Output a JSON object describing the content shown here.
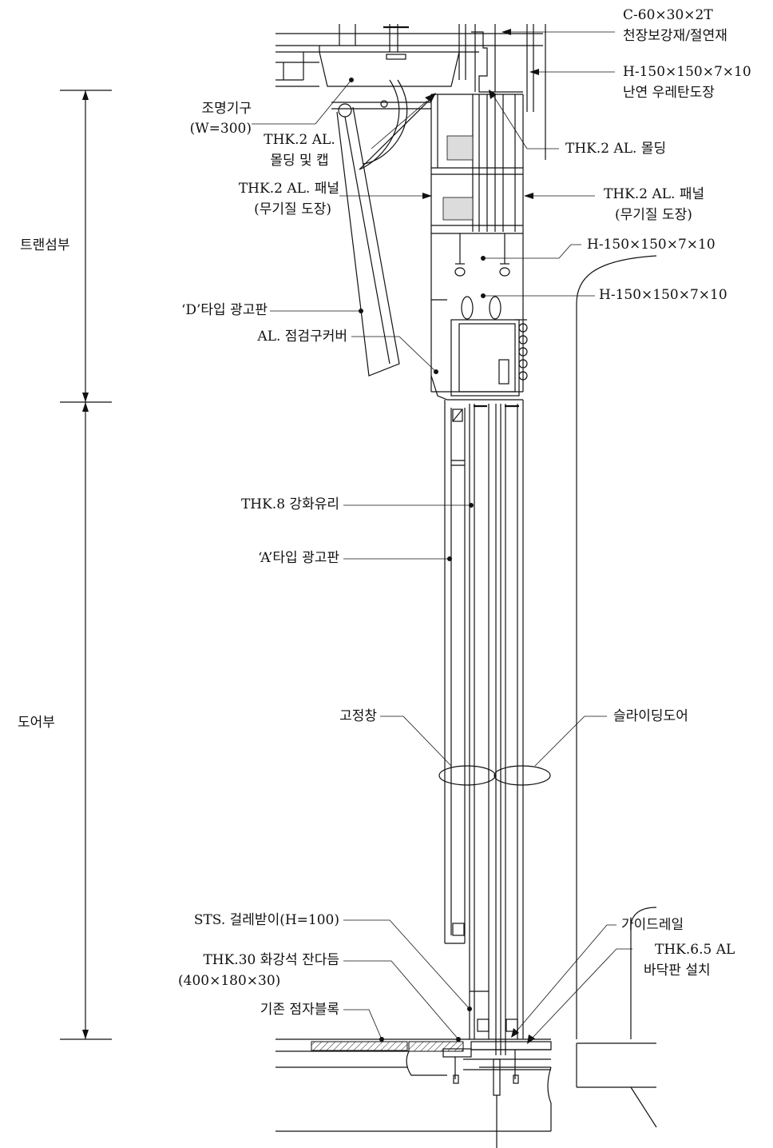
{
  "labels": {
    "c_channel_1": "C-60×30×2T",
    "c_channel_2": "천장보강재/절연재",
    "h_beam_top_1": "H-150×150×7×10",
    "h_beam_top_2": "난연 우레탄도장",
    "lighting_1": "조명기구",
    "lighting_2": "(W=300)",
    "molding_cap_1": "THK.2 AL.",
    "molding_cap_2": "몰딩 및 캡",
    "molding_right": "THK.2 AL. 몰딩",
    "panel_left_1": "THK.2 AL. 패널",
    "panel_left_2": "(무기질 도장)",
    "panel_right_1": "THK.2 AL. 패널",
    "panel_right_2": "(무기질 도장)",
    "h_beam_mid1": "H-150×150×7×10",
    "h_beam_mid2": "H-150×150×7×10",
    "transom_zone": "트랜섬부",
    "ad_type_d": "‘D’타입 광고판",
    "inspection_cover": "AL. 점검구커버",
    "glass": "THK.8 강화유리",
    "ad_type_a": "‘A’타입 광고판",
    "door_zone": "도어부",
    "fixed_window": "고정창",
    "sliding_door": "슬라이딩도어",
    "sts_baseboard": "STS. 걸레받이(H=100)",
    "granite_1": "THK.30 화강석 잔다듬",
    "granite_2": "(400×180×30)",
    "tactile_block": "기존 점자블록",
    "guide_rail": "가이드레일",
    "floor_plate_1": "THK.6.5 AL",
    "floor_plate_2": "바닥판 설치"
  }
}
